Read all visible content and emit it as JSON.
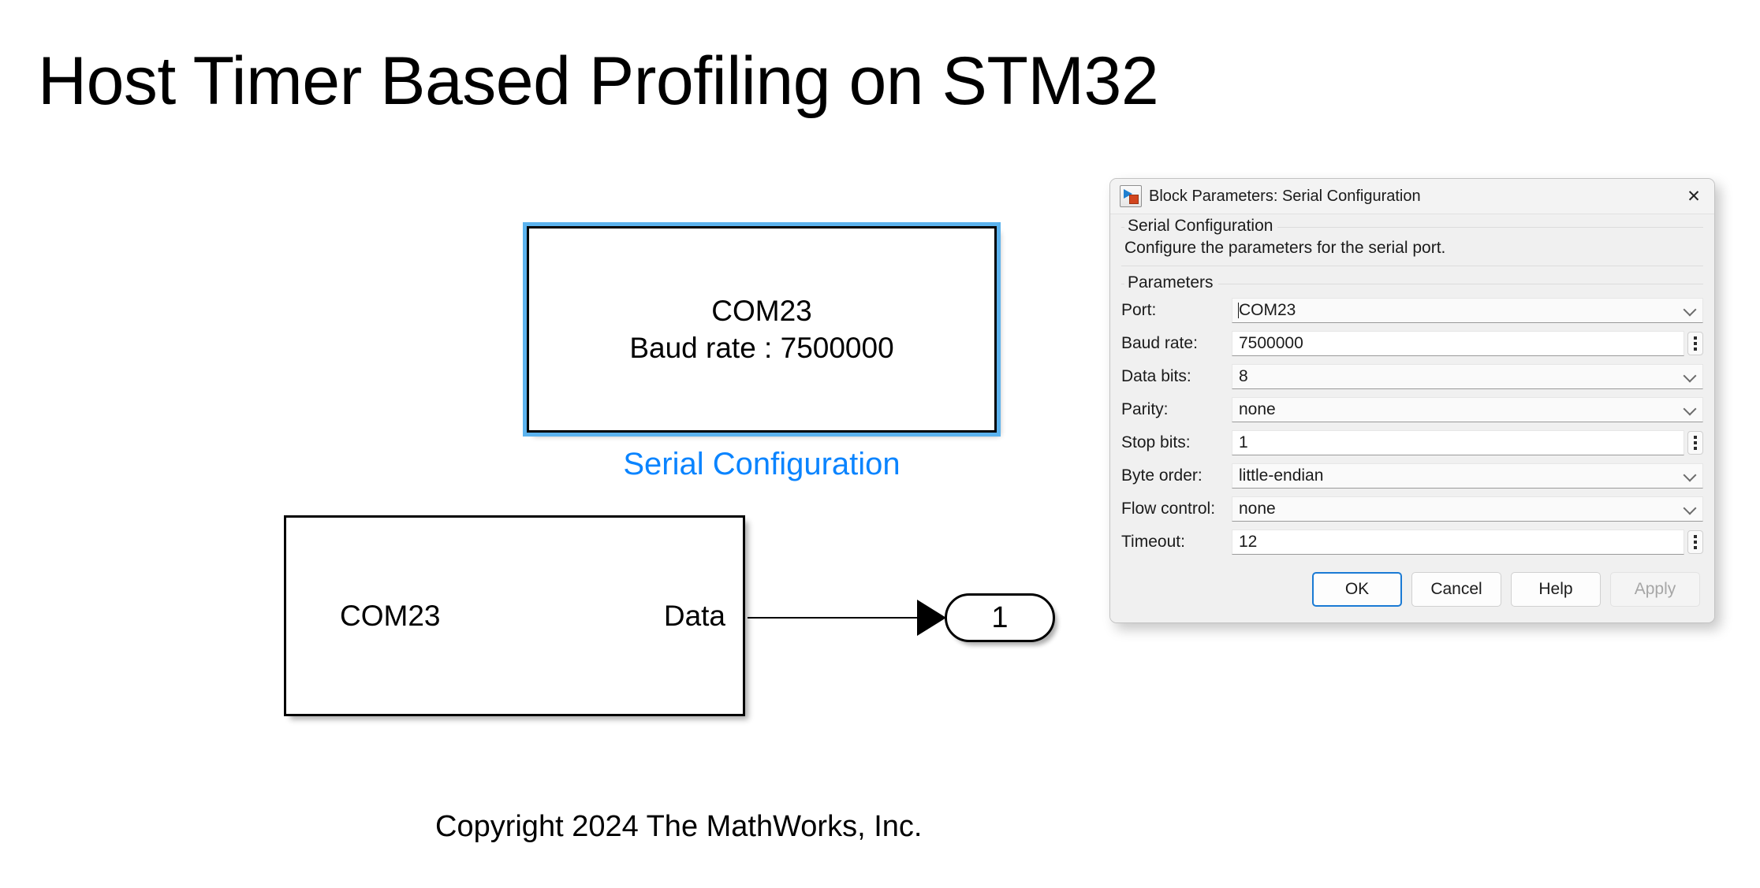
{
  "slide": {
    "title": "Host Timer Based Profiling on STM32",
    "copyright": "Copyright 2024 The MathWorks, Inc."
  },
  "model": {
    "serial_config_block": {
      "line1": "COM23",
      "line2": "Baud rate : 7500000",
      "label": "Serial Configuration",
      "label_color": "#0a84ff",
      "selection_color": "#5cb3ee",
      "selected": true
    },
    "serial_receive_block": {
      "left_text": "COM23",
      "right_text": "Data"
    },
    "outport": {
      "number": "1"
    }
  },
  "dialog": {
    "titlebar": {
      "icon": "simulink-block-icon",
      "title": "Block Parameters: Serial Configuration",
      "close_label": "✕"
    },
    "description_group": {
      "title": "Serial Configuration",
      "text": "Configure the parameters for the serial port."
    },
    "parameters_group": {
      "title": "Parameters",
      "rows": [
        {
          "label": "Port:",
          "value": "COM23",
          "control": "combo",
          "caret": true
        },
        {
          "label": "Baud rate:",
          "value": "7500000",
          "control": "edit",
          "caret": false
        },
        {
          "label": "Data bits:",
          "value": "8",
          "control": "combo",
          "caret": false
        },
        {
          "label": "Parity:",
          "value": "none",
          "control": "combo",
          "caret": false
        },
        {
          "label": "Stop bits:",
          "value": "1",
          "control": "edit",
          "caret": false
        },
        {
          "label": "Byte order:",
          "value": "little-endian",
          "control": "combo",
          "caret": false
        },
        {
          "label": "Flow control:",
          "value": "none",
          "control": "combo",
          "caret": false
        },
        {
          "label": "Timeout:",
          "value": "12",
          "control": "edit",
          "caret": false
        }
      ]
    },
    "buttons": {
      "ok": "OK",
      "cancel": "Cancel",
      "help": "Help",
      "apply": "Apply",
      "apply_disabled": true,
      "default_button_color": "#1a7ad4"
    }
  }
}
